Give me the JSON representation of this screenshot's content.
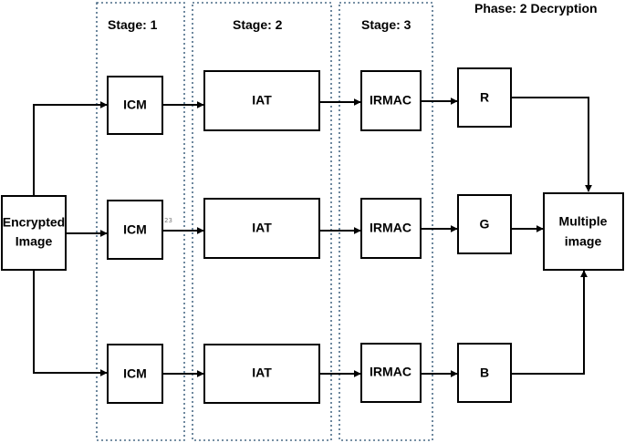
{
  "header": {
    "phase_label": "Phase: 2  Decryption"
  },
  "stages": [
    {
      "label": "Stage: 1"
    },
    {
      "label": "Stage: 2"
    },
    {
      "label": "Stage: 3"
    }
  ],
  "input": {
    "line1": "Encrypted",
    "line2": "Image"
  },
  "output": {
    "line1": "Multiple",
    "line2": "image"
  },
  "rows": [
    {
      "icm": "ICM",
      "iat": "IAT",
      "irmac": "IRMAC",
      "channel": "R",
      "color": "#ff0000"
    },
    {
      "icm": "ICM",
      "iat": "IAT",
      "irmac": "IRMAC",
      "channel": "G",
      "color": "#1aa34a"
    },
    {
      "icm": "ICM",
      "iat": "IAT",
      "irmac": "IRMAC",
      "channel": "B",
      "color": "#1569c7"
    }
  ],
  "stray_mark": "23"
}
